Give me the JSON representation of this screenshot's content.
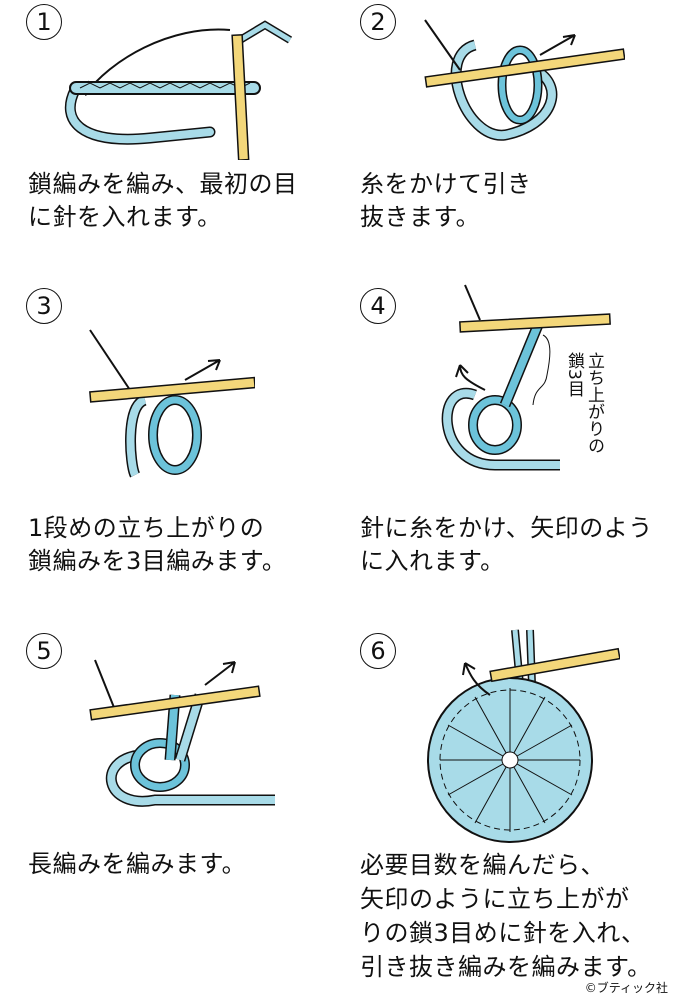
{
  "steps": [
    {
      "number": "1",
      "caption": [
        "鎖編みを編み、最初の目",
        "に針を入れます。"
      ]
    },
    {
      "number": "2",
      "caption": [
        "糸をかけて引き",
        "抜きます。"
      ]
    },
    {
      "number": "3",
      "caption": [
        "1段めの立ち上がりの",
        "鎖編みを3目編みます。"
      ]
    },
    {
      "number": "4",
      "caption": [
        "針に糸をかけ、矢印のよう",
        "に入れます。"
      ],
      "annotation": [
        "立ち上がりの",
        "鎖3目"
      ]
    },
    {
      "number": "5",
      "caption": [
        "長編みを編みます。"
      ]
    },
    {
      "number": "6",
      "caption": [
        "必要目数を編んだら、",
        "矢印のように立ち上がが",
        "りの鎖3目めに針を入れ、",
        "引き抜き編みを編みます。"
      ]
    }
  ],
  "copyright": "©ブティック社",
  "colors": {
    "yarn": "#a8dbe8",
    "yarn_dark": "#6cc3da",
    "hook": "#f3d77a",
    "line": "#111111"
  }
}
